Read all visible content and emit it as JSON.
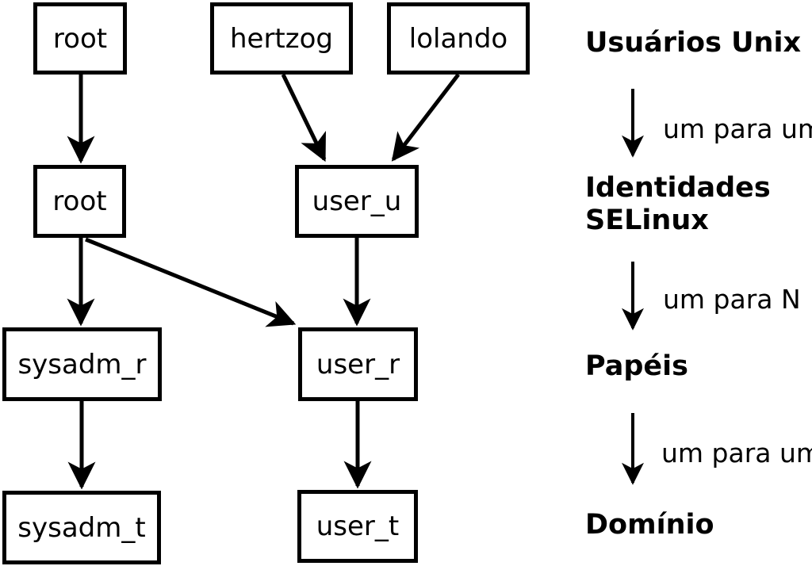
{
  "diagram": {
    "nodes": {
      "unix_root": {
        "label": "root"
      },
      "unix_hertzog": {
        "label": "hertzog"
      },
      "unix_lolando": {
        "label": "lolando"
      },
      "selinux_root": {
        "label": "root"
      },
      "selinux_user_u": {
        "label": "user_u"
      },
      "role_sysadm_r": {
        "label": "sysadm_r"
      },
      "role_user_r": {
        "label": "user_r"
      },
      "domain_sysadm_t": {
        "label": "sysadm_t"
      },
      "domain_user_t": {
        "label": "user_t"
      }
    },
    "edges": [
      {
        "from": "unix_root",
        "to": "selinux_root"
      },
      {
        "from": "unix_hertzog",
        "to": "selinux_user_u"
      },
      {
        "from": "unix_lolando",
        "to": "selinux_user_u"
      },
      {
        "from": "selinux_root",
        "to": "role_sysadm_r"
      },
      {
        "from": "selinux_root",
        "to": "role_user_r"
      },
      {
        "from": "selinux_user_u",
        "to": "role_user_r"
      },
      {
        "from": "role_sysadm_r",
        "to": "domain_sysadm_t"
      },
      {
        "from": "role_user_r",
        "to": "domain_user_t"
      }
    ],
    "legend": {
      "unix_users": "Usuários Unix",
      "mapping_1": "um para um",
      "selinux_identities_line1": "Identidades",
      "selinux_identities_line2": "SELinux",
      "mapping_2": "um para N",
      "roles": "Papéis",
      "mapping_3": "um para um",
      "domain": "Domínio"
    },
    "colors": {
      "line": "#000000",
      "box_border": "#000000",
      "box_fill": "#ffffff",
      "background": "#ffffff",
      "text": "#000000"
    }
  }
}
